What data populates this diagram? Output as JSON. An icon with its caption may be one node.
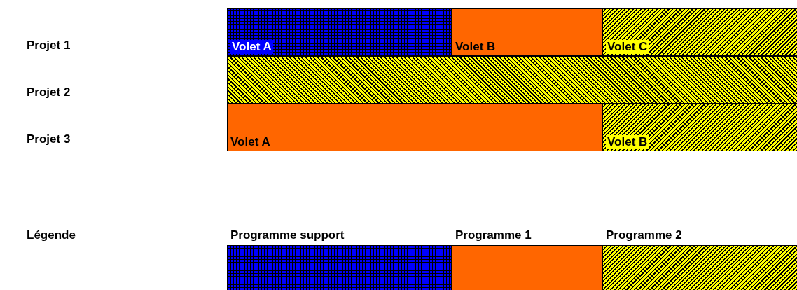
{
  "diagram": {
    "nodes": [
      {
        "text": [
          "Volet A"
        ]
      },
      {
        "text": [
          "Volet B"
        ]
      },
      {
        "text": [
          "Volet C"
        ]
      },
      {
        "text": [],
        "shape": "bar"
      },
      {
        "text": [
          "Volet A"
        ]
      },
      {
        "text": [
          "Volet B"
        ]
      }
    ],
    "labels": [
      "Projet 1",
      "Projet 2",
      "Projet 3",
      "Légende"
    ],
    "legend": [
      {
        "text": "Programme support",
        "color": "#0000ff"
      },
      {
        "text": "Programme 1",
        "color": "#ff6600"
      },
      {
        "text": "Programme 2",
        "color": "#ffff00"
      }
    ]
  }
}
